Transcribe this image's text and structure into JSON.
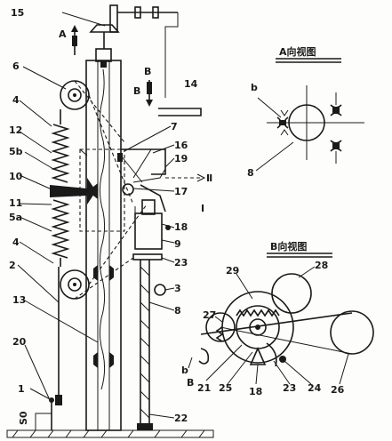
{
  "titles": {
    "view_a": "A向视图",
    "view_b": "B向视图"
  },
  "labels": {
    "n15": "15",
    "a_arrow": "A",
    "b_arrow1": "B",
    "b_arrow2": "B",
    "n14": "14",
    "n6": "6",
    "n4_top": "4",
    "n12": "12",
    "n5b": "5b",
    "n10": "10",
    "n11": "11",
    "n5a": "5a",
    "n4_bot": "4",
    "n2": "2",
    "n13": "13",
    "n20": "20",
    "n1": "1",
    "s0": "S0",
    "n7": "7",
    "n16": "16",
    "n19": "19",
    "roman2": "Ⅱ",
    "n17": "17",
    "roman1": "Ⅰ",
    "n18": "18",
    "n9": "9",
    "n23": "23",
    "n3": "3",
    "n8": "8",
    "n22": "22",
    "av_b": "b",
    "av_8": "8",
    "bv_28": "28",
    "bv_29": "29",
    "bv_27": "27",
    "bv_b": "b",
    "bv_B": "B",
    "bv_21": "21",
    "bv_25": "25",
    "bv_18": "18",
    "bv_23": "23",
    "bv_24": "24",
    "bv_26": "26"
  }
}
